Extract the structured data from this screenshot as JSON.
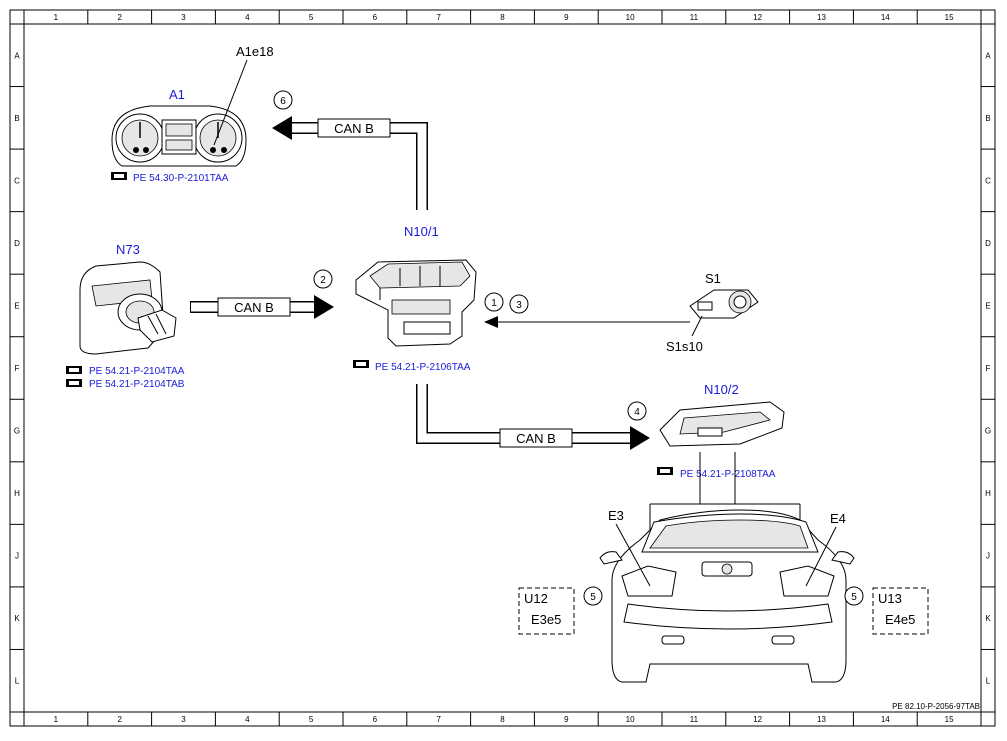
{
  "grid": {
    "columns": [
      "1",
      "2",
      "3",
      "4",
      "5",
      "6",
      "7",
      "8",
      "9",
      "10",
      "11",
      "12",
      "13",
      "14",
      "15"
    ],
    "rows": [
      "A",
      "B",
      "C",
      "D",
      "E",
      "F",
      "G",
      "H",
      "J",
      "K",
      "L"
    ]
  },
  "components": {
    "a1": {
      "label": "A1",
      "sublabel": "A1e18",
      "ref": "PE 54.30-P-2101TAA"
    },
    "n73": {
      "label": "N73",
      "refs": [
        "PE 54.21-P-2104TAA",
        "PE 54.21-P-2104TAB"
      ]
    },
    "n10_1": {
      "label": "N10/1",
      "ref": "PE 54.21-P-2106TAA"
    },
    "s1": {
      "label": "S1",
      "sublabel": "S1s10"
    },
    "n10_2": {
      "label": "N10/2",
      "ref": "PE 54.21-P-2108TAA"
    },
    "e3": {
      "label": "E3"
    },
    "e4": {
      "label": "E4"
    },
    "u12": {
      "label": "U12",
      "sublabel": "E3e5"
    },
    "u13": {
      "label": "U13",
      "sublabel": "E4e5"
    }
  },
  "connections": {
    "can_top": "CAN B",
    "can_left": "CAN B",
    "can_bottom": "CAN B"
  },
  "markers": {
    "m1": "1",
    "m2": "2",
    "m3": "3",
    "m4": "4",
    "m5a": "5",
    "m5b": "5",
    "m6": "6"
  },
  "footer": {
    "doc_ref": "PE 82.10-P-2056-97TAB"
  },
  "colors": {
    "reference_text": "#1a1adb",
    "line": "#000000"
  }
}
